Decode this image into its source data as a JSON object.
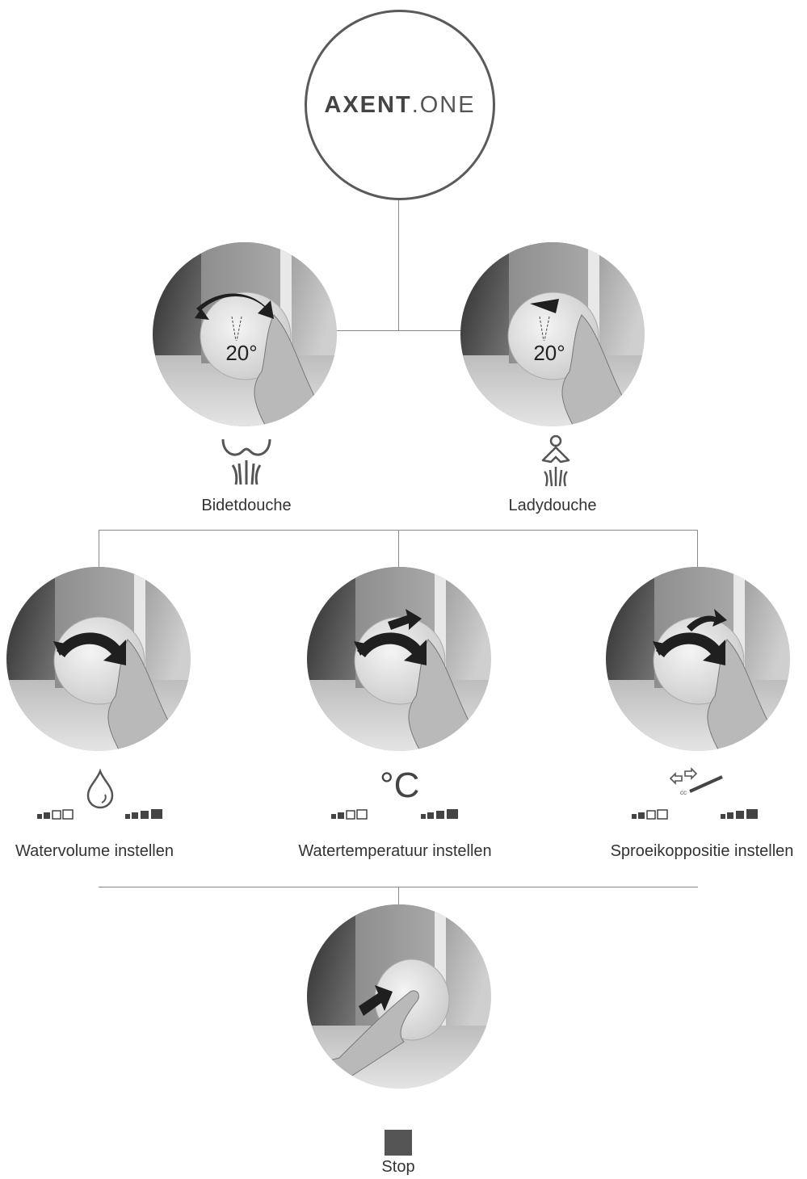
{
  "logo": {
    "brand_bold": "AXENT",
    "brand_light": ".ONE"
  },
  "dial_angle_label": "20°",
  "modes": [
    {
      "label": "Bidetdouche",
      "icon": "bidet-icon"
    },
    {
      "label": "Ladydouche",
      "icon": "lady-icon"
    }
  ],
  "adjustments": [
    {
      "label": "Watervolume instellen",
      "icon": "water-drop-icon"
    },
    {
      "label": "Watertemperatuur instellen",
      "icon": "celsius-icon"
    },
    {
      "label": "Sproeikoppositie instellen",
      "icon": "nozzle-position-icon"
    }
  ],
  "temperature_unit": "°C",
  "stop": {
    "label": "Stop",
    "icon": "stop-square-icon"
  },
  "colors": {
    "line": "#8a8a8a",
    "text": "#333333",
    "icon": "#555555"
  }
}
